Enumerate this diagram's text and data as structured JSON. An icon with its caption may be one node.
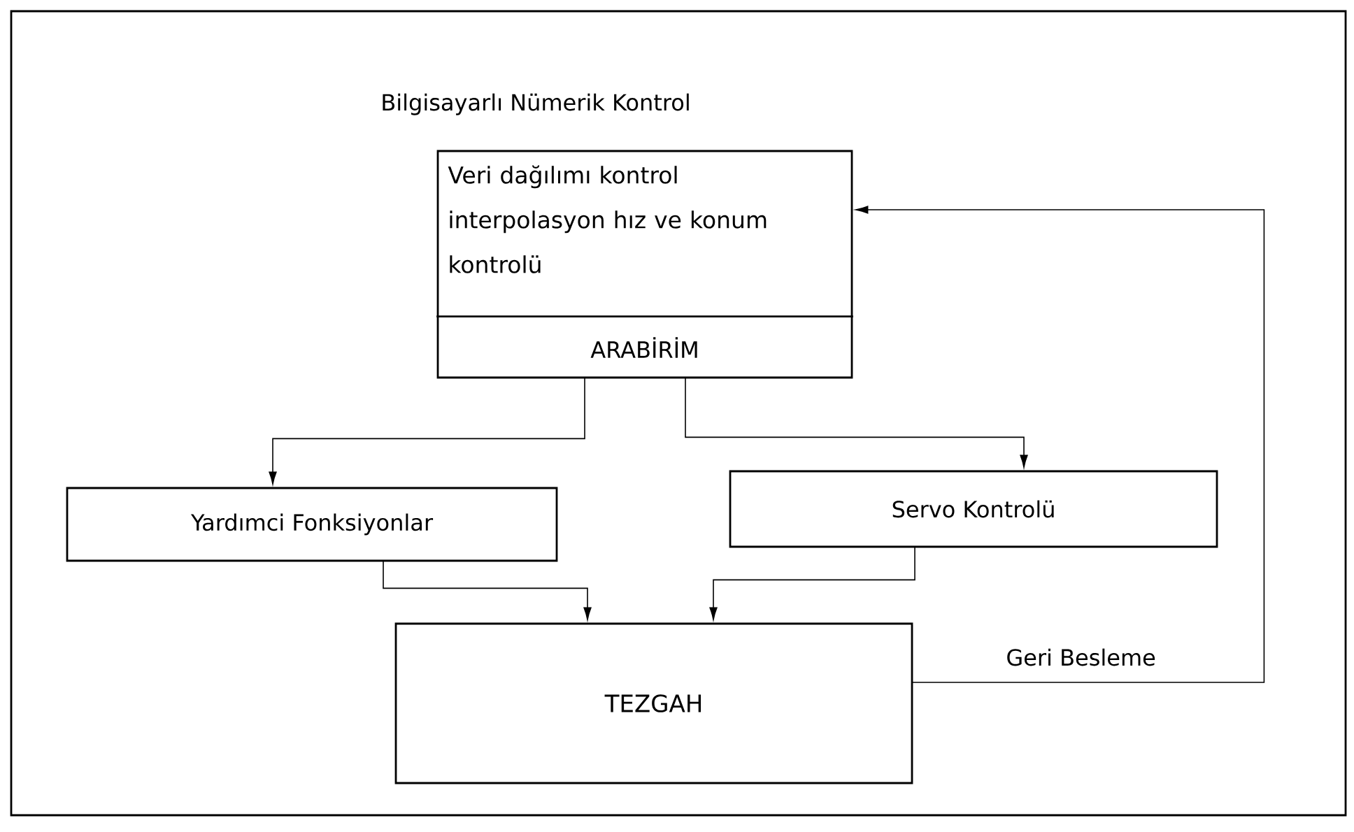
{
  "diagram": {
    "nodes": [
      {
        "text": [
          "Bilgisayarlı Nümerik Kontrol",
          "Veri dağılımı kontrol interpolasyon hız ve konum kontrolü"
        ]
      },
      {
        "text": [
          "ARABİRİM"
        ],
        "in": 0
      },
      {
        "text": [
          "Yardımci Fonksiyonlar"
        ]
      },
      {
        "text": [
          "Servo Kontrolü"
        ]
      },
      {
        "text": [
          "TEZGAH"
        ]
      }
    ],
    "edges": [
      {
        "from": 1,
        "to": 2,
        "arrow": "to"
      },
      {
        "from": 1,
        "to": 3,
        "arrow": "to"
      },
      {
        "from": 2,
        "to": 4,
        "arrow": "to"
      },
      {
        "from": 3,
        "to": 4,
        "arrow": "to"
      },
      {
        "from": 4,
        "to": 0,
        "arrow": "to",
        "label": "Geri Besleme"
      }
    ]
  }
}
